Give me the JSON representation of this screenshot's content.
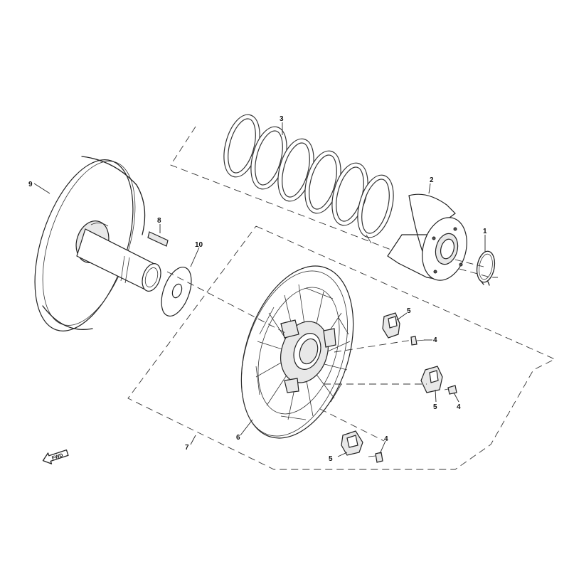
{
  "callouts": {
    "c1": "1",
    "c2": "2",
    "c3": "3",
    "c4a": "4",
    "c4b": "4",
    "c4c": "4",
    "c5a": "5",
    "c5b": "5",
    "c5c": "5",
    "c6": "6",
    "c7": "7",
    "c8": "8",
    "c9": "9",
    "c10": "10"
  },
  "fwd_label": "FWD"
}
